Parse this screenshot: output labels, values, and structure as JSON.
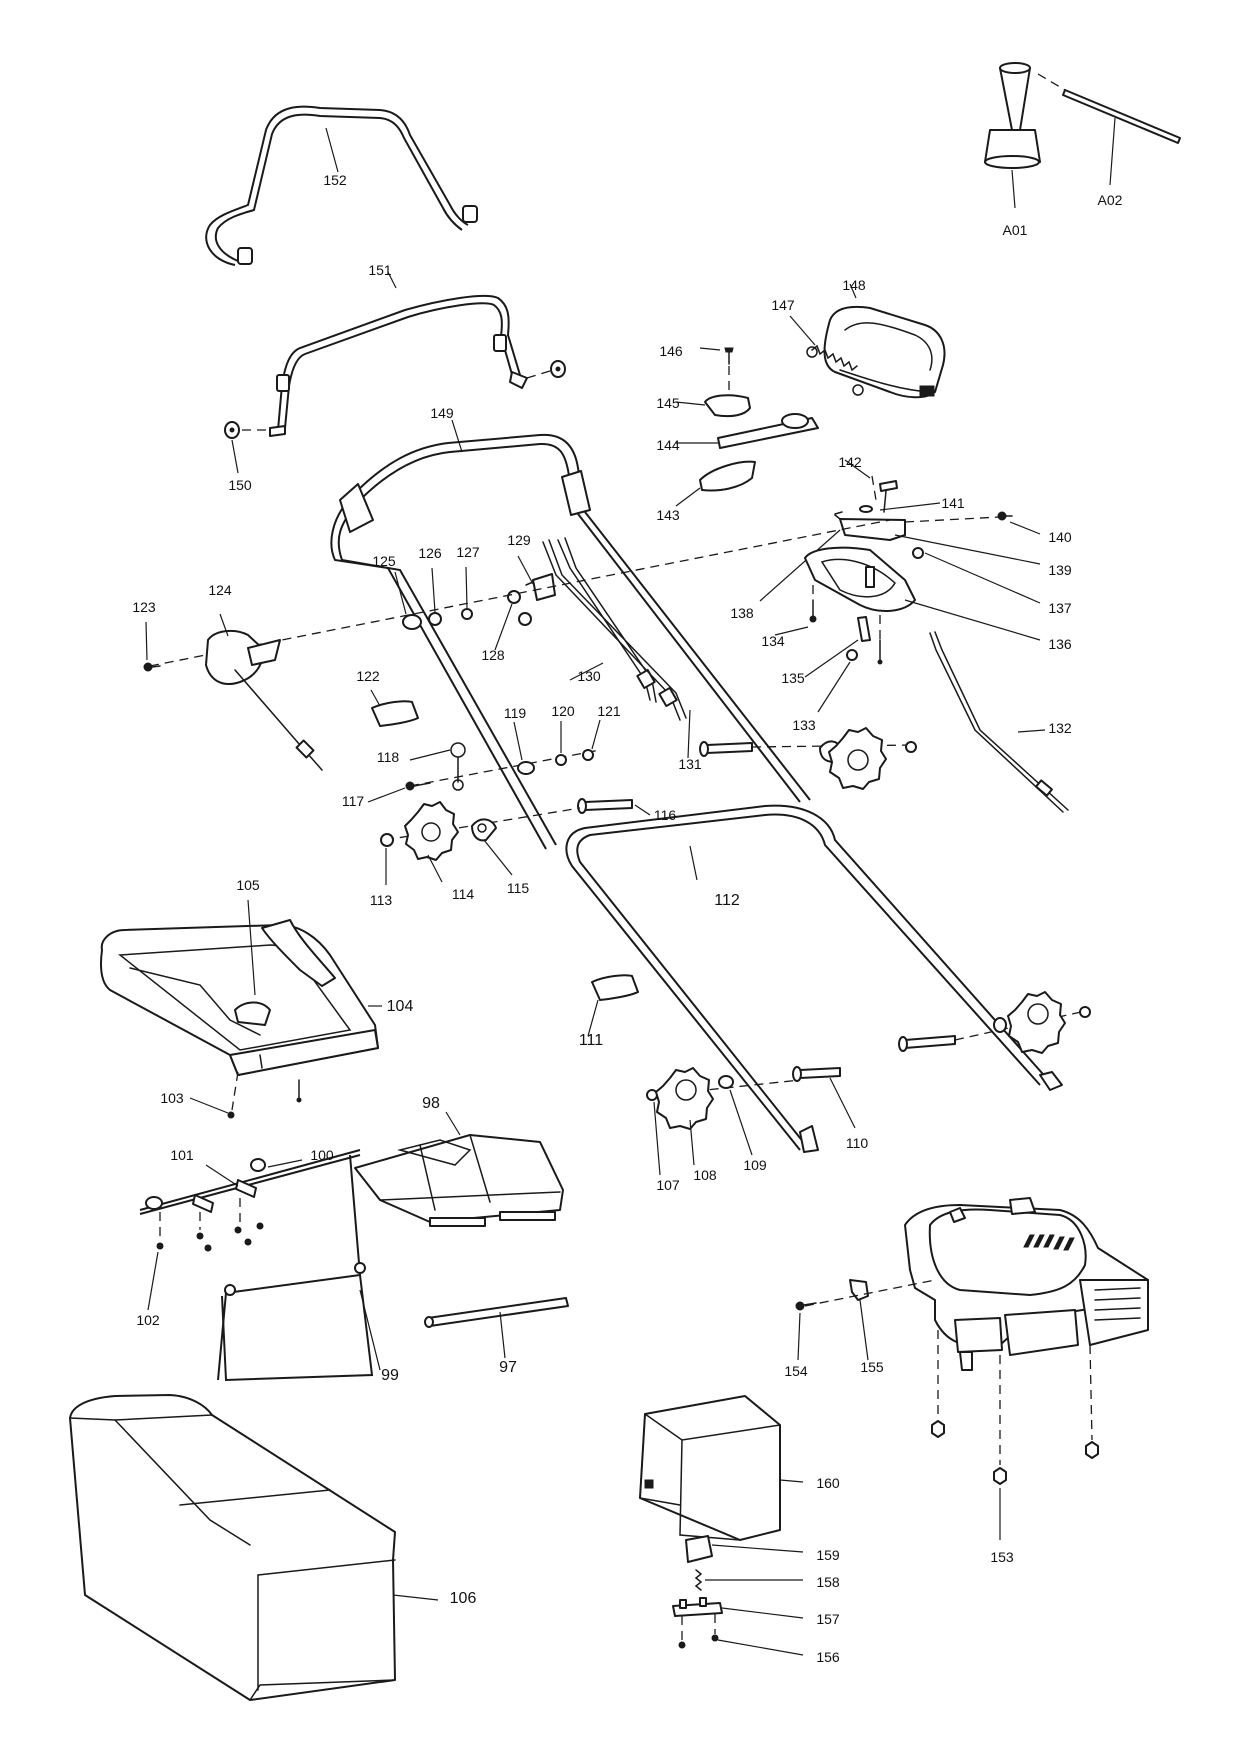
{
  "diagram": {
    "type": "exploded parts diagram",
    "callouts": [
      {
        "id": "A01"
      },
      {
        "id": "A02"
      },
      {
        "id": "152"
      },
      {
        "id": "151"
      },
      {
        "id": "150"
      },
      {
        "id": "148"
      },
      {
        "id": "147"
      },
      {
        "id": "146"
      },
      {
        "id": "145"
      },
      {
        "id": "144"
      },
      {
        "id": "143"
      },
      {
        "id": "149"
      },
      {
        "id": "142"
      },
      {
        "id": "141"
      },
      {
        "id": "140"
      },
      {
        "id": "139"
      },
      {
        "id": "138"
      },
      {
        "id": "137"
      },
      {
        "id": "136"
      },
      {
        "id": "135"
      },
      {
        "id": "134"
      },
      {
        "id": "133"
      },
      {
        "id": "132"
      },
      {
        "id": "131"
      },
      {
        "id": "130"
      },
      {
        "id": "129"
      },
      {
        "id": "128"
      },
      {
        "id": "127"
      },
      {
        "id": "126"
      },
      {
        "id": "125"
      },
      {
        "id": "124"
      },
      {
        "id": "123"
      },
      {
        "id": "122"
      },
      {
        "id": "121"
      },
      {
        "id": "120"
      },
      {
        "id": "119"
      },
      {
        "id": "118"
      },
      {
        "id": "117"
      },
      {
        "id": "116"
      },
      {
        "id": "115"
      },
      {
        "id": "114"
      },
      {
        "id": "113"
      },
      {
        "id": "112"
      },
      {
        "id": "111"
      },
      {
        "id": "110"
      },
      {
        "id": "109"
      },
      {
        "id": "108"
      },
      {
        "id": "107"
      },
      {
        "id": "106"
      },
      {
        "id": "105"
      },
      {
        "id": "104"
      },
      {
        "id": "103"
      },
      {
        "id": "102"
      },
      {
        "id": "101"
      },
      {
        "id": "100"
      },
      {
        "id": "99"
      },
      {
        "id": "98"
      },
      {
        "id": "97"
      },
      {
        "id": "160"
      },
      {
        "id": "159"
      },
      {
        "id": "158"
      },
      {
        "id": "157"
      },
      {
        "id": "156"
      },
      {
        "id": "155"
      },
      {
        "id": "154"
      },
      {
        "id": "153"
      }
    ]
  }
}
